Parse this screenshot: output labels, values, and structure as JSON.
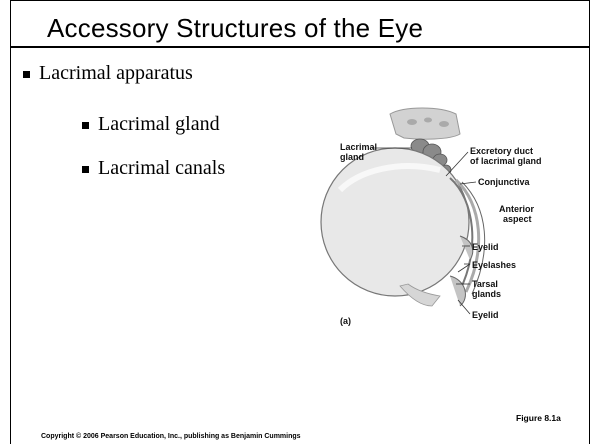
{
  "slide": {
    "title": "Accessory Structures of the Eye",
    "bullets": [
      "Lacrimal apparatus",
      "Lacrimal gland",
      "Lacrimal canals"
    ],
    "copyright": "Copyright © 2006 Pearson Education, Inc., publishing as Benjamin Cummings",
    "figure_label": "Figure 8.1a"
  },
  "diagram": {
    "labels": {
      "lacrimal_gland_line1": "Lacrimal",
      "lacrimal_gland_line2": "gland",
      "excretory_line1": "Excretory duct",
      "excretory_line2": "of lacrimal gland",
      "conjunctiva": "Conjunctiva",
      "anterior_line1": "Anterior",
      "anterior_line2": "aspect",
      "eyelid_upper": "Eyelid",
      "eyelashes": "Eyelashes",
      "tarsal_line1": "Tarsal",
      "tarsal_line2": "glands",
      "eyelid_lower": "Eyelid",
      "panel": "(a)"
    },
    "colors": {
      "eyeball": "#e6e6e6",
      "gland": "#8a8a8a",
      "bone": "#cfcfcf",
      "lines": "#333333"
    }
  }
}
